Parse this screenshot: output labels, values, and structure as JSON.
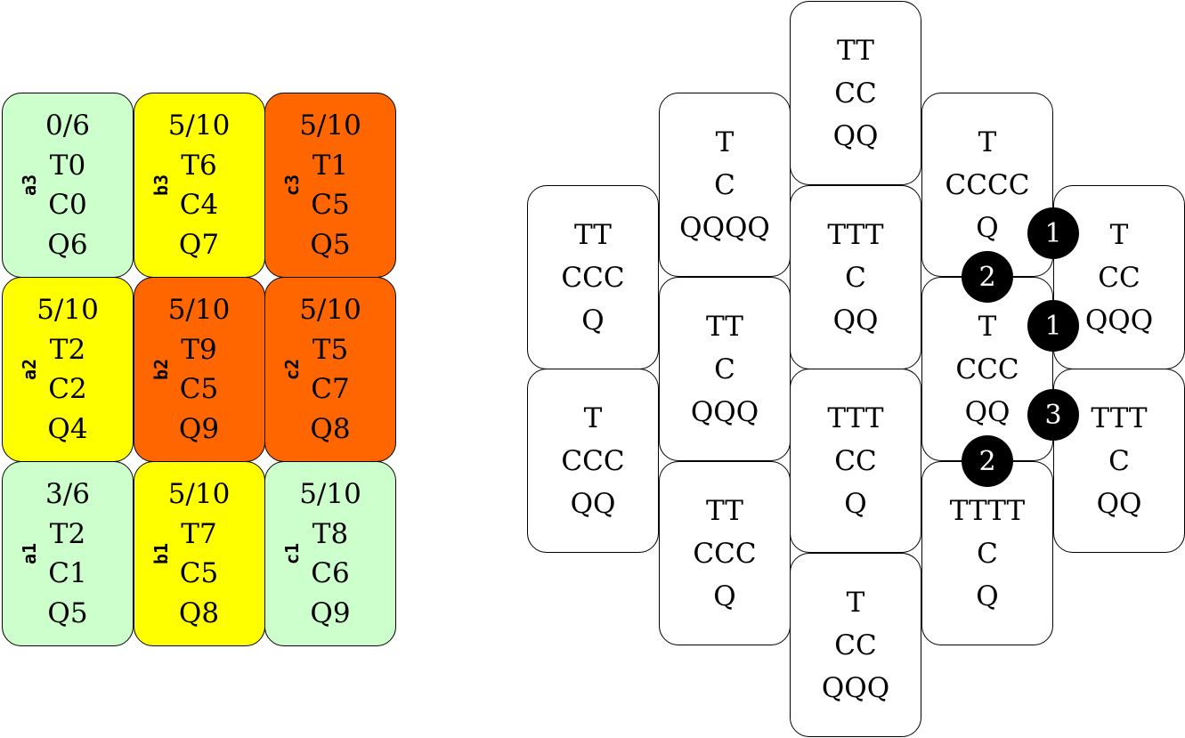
{
  "colors": {
    "green": "#ccffcc",
    "yellow": "#ffff00",
    "orange": "#ff6600"
  },
  "grid": [
    {
      "label": "a3",
      "score": "0/6",
      "lines": [
        "T0",
        "C0",
        "Q6"
      ],
      "color": "green"
    },
    {
      "label": "b3",
      "score": "5/10",
      "lines": [
        "T6",
        "C4",
        "Q7"
      ],
      "color": "yellow"
    },
    {
      "label": "c3",
      "score": "5/10",
      "lines": [
        "T1",
        "C5",
        "Q5"
      ],
      "color": "orange"
    },
    {
      "label": "a2",
      "score": "5/10",
      "lines": [
        "T2",
        "C2",
        "Q4"
      ],
      "color": "yellow"
    },
    {
      "label": "b2",
      "score": "5/10",
      "lines": [
        "T9",
        "C5",
        "Q9"
      ],
      "color": "orange"
    },
    {
      "label": "c2",
      "score": "5/10",
      "lines": [
        "T5",
        "C7",
        "Q8"
      ],
      "color": "orange"
    },
    {
      "label": "a1",
      "score": "3/6",
      "lines": [
        "T2",
        "C1",
        "Q5"
      ],
      "color": "green"
    },
    {
      "label": "b1",
      "score": "5/10",
      "lines": [
        "T7",
        "C5",
        "Q8"
      ],
      "color": "yellow"
    },
    {
      "label": "c1",
      "score": "5/10",
      "lines": [
        "T8",
        "C6",
        "Q9"
      ],
      "color": "green"
    }
  ],
  "tiles": [
    [
      "TT",
      "CCC",
      "Q"
    ],
    [
      "T",
      "CCC",
      "QQ"
    ],
    [
      "T",
      "C",
      "QQQQ"
    ],
    [
      "TT",
      "C",
      "QQQ"
    ],
    [
      "TT",
      "CCC",
      "Q"
    ],
    [
      "TT",
      "CC",
      "QQ"
    ],
    [
      "TTT",
      "C",
      "QQ"
    ],
    [
      "TTT",
      "CC",
      "Q"
    ],
    [
      "T",
      "CC",
      "QQQ"
    ],
    [
      "T",
      "CCCC",
      "Q"
    ],
    [
      "T",
      "CCC",
      "QQ"
    ],
    [
      "TTTT",
      "C",
      "Q"
    ],
    [
      "T",
      "CC",
      "QQQ"
    ],
    [
      "TTT",
      "C",
      "QQ"
    ]
  ],
  "badges": [
    "1",
    "2",
    "1",
    "3",
    "2"
  ]
}
